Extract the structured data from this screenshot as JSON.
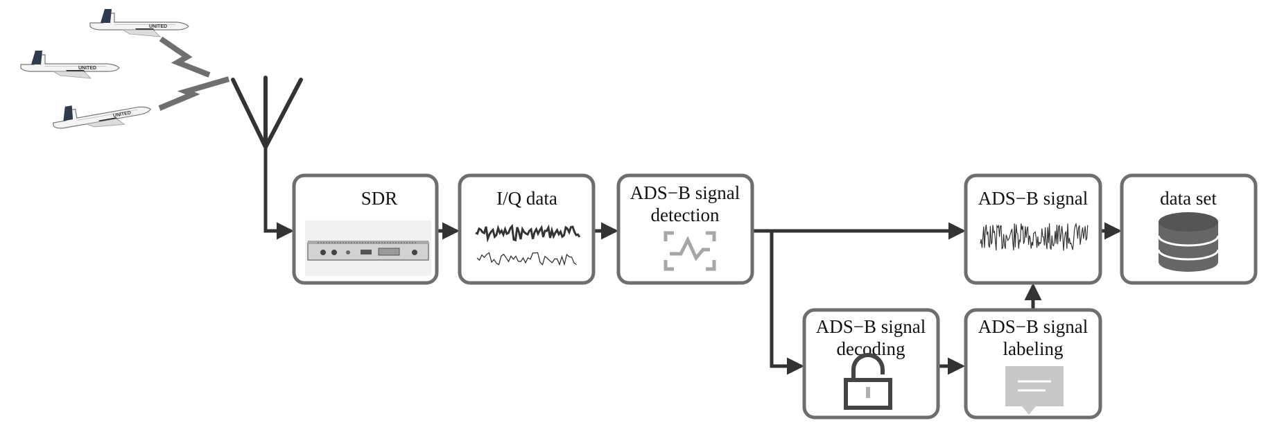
{
  "nodes": {
    "sdr": {
      "label": "SDR"
    },
    "iq": {
      "label": "I/Q data"
    },
    "detection": {
      "line1": "ADS−B signal",
      "line2": "detection"
    },
    "signal": {
      "label": "ADS−B signal"
    },
    "dataset": {
      "label": "data set"
    },
    "decoding": {
      "line1": "ADS−B signal",
      "line2": "decoding"
    },
    "labeling": {
      "line1": "ADS−B signal",
      "line2": "labeling"
    }
  },
  "icons": {
    "aircraft": "airplane-icon",
    "antenna": "antenna-icon",
    "sdr": "sdr-device-icon",
    "iq": "iq-waveform-icon",
    "detection": "signal-detection-icon",
    "signal": "signal-waveform-icon",
    "dataset": "database-icon",
    "decoding": "unlocked-padlock-icon",
    "labeling": "label-tag-icon"
  },
  "aircraft_livery": "UNITED",
  "colors": {
    "box_border": "#6e6e6e",
    "arrow": "#333333",
    "icon_gray": "#bdbdbd"
  }
}
